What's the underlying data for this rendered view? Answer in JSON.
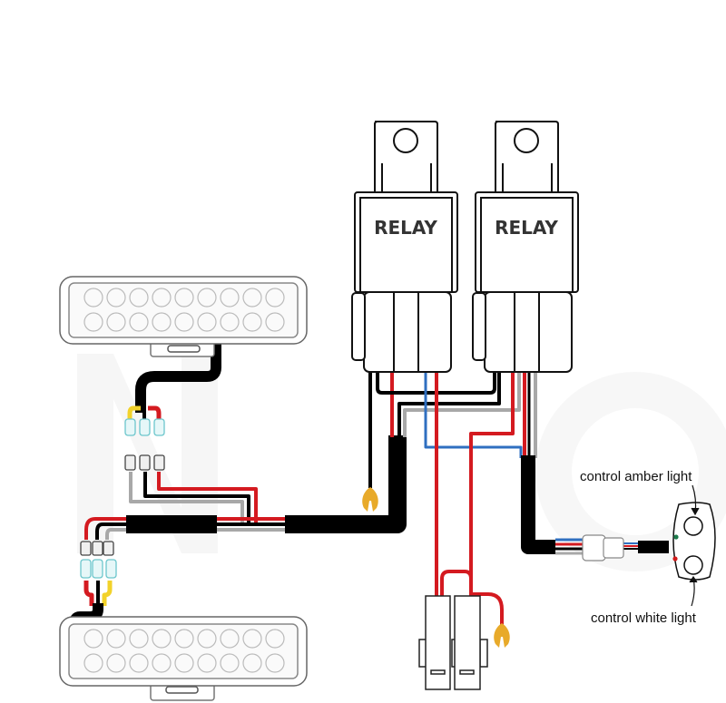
{
  "diagram": {
    "title": "LED light bar wiring harness with dual relay and switch",
    "relays": [
      {
        "label": "RELAY"
      },
      {
        "label": "RELAY"
      }
    ],
    "annotations": {
      "amber": "control amber light",
      "white": "control white light"
    },
    "switch": {
      "indicators": [
        {
          "name": "amber-indicator",
          "color": "#1a7a4a"
        },
        {
          "name": "white-indicator",
          "color": "#d11a1a"
        }
      ]
    },
    "wire_colors": {
      "red": "#d41a20",
      "black": "#000000",
      "gray": "#a8a8a8",
      "blue": "#2f6fc0",
      "yellow": "#f2d22a",
      "ring_terminal": "#e8aa2a"
    },
    "components": [
      "light-bar-top",
      "light-bar-bottom",
      "relay-1",
      "relay-2",
      "fuse-holder",
      "switch-connector",
      "dual-switch"
    ]
  }
}
